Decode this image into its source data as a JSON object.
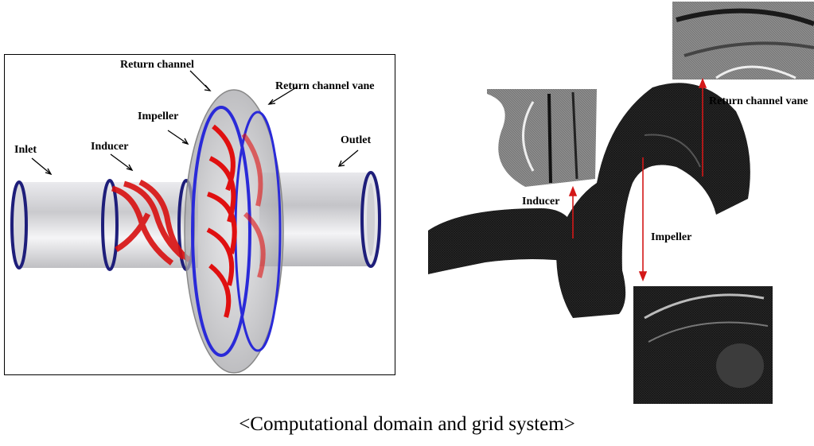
{
  "left_panel": {
    "labels": {
      "return_channel": "Return channel",
      "return_channel_vane": "Return channel vane",
      "impeller": "Impeller",
      "inlet": "Inlet",
      "inducer": "Inducer",
      "outlet": "Outlet"
    }
  },
  "right_panel": {
    "labels": {
      "return_channel_vane": "Return channel vane",
      "inducer": "Inducer",
      "impeller": "Impeller"
    }
  },
  "caption": "<Computational domain and grid system>",
  "colors": {
    "blade_red": "#e01010",
    "ring_blue": "#2a2ad8",
    "pipe_gray": "#c8c8cc",
    "mesh_dark": "#1a1a1a",
    "arrow_red": "#d41818"
  }
}
